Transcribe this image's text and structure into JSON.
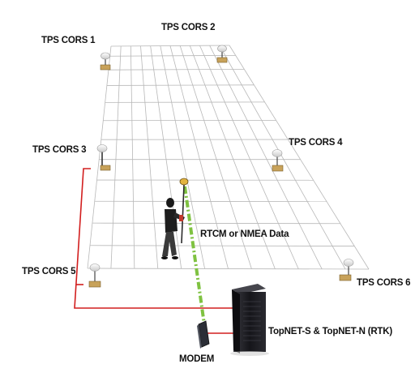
{
  "labels": {
    "cors1": "TPS CORS 1",
    "cors2": "TPS CORS 2",
    "cors3": "TPS CORS 3",
    "cors4": "TPS CORS 4",
    "cors5": "TPS CORS 5",
    "cors6": "TPS CORS 6",
    "data_link": "RTCM or NMEA Data",
    "modem": "MODEM",
    "server": "TopNET-S & TopNET-N (RTK)"
  },
  "colors": {
    "grid": "#b8b8b8",
    "cable": "#d21e1e",
    "data_link": "#7fc241",
    "server": "#1b1b1f",
    "receiver": "#c8a25a"
  },
  "icons": [
    "gnss-antenna-icon",
    "rover-receiver-icon",
    "surveyor-figure",
    "modem-icon",
    "server-tower-icon"
  ]
}
